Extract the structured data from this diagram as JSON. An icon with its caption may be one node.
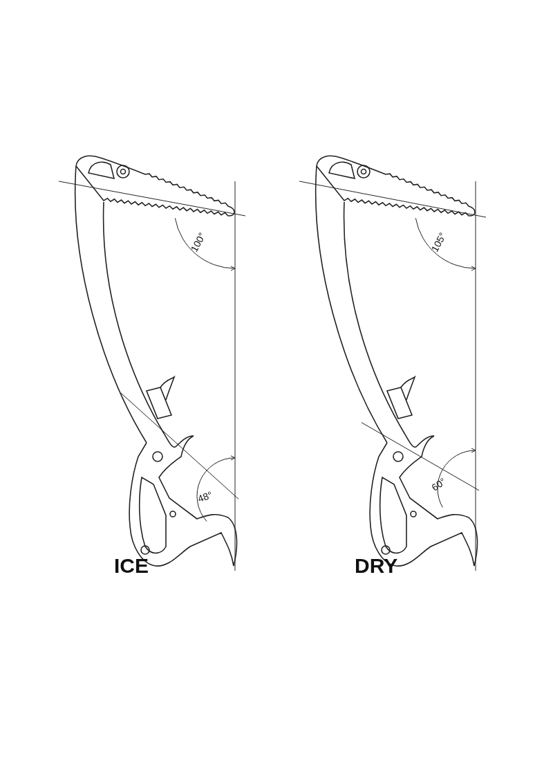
{
  "diagram": {
    "labels": [
      "100°",
      "105°",
      "48°",
      "60°",
      "ICE",
      "DRY"
    ]
  }
}
